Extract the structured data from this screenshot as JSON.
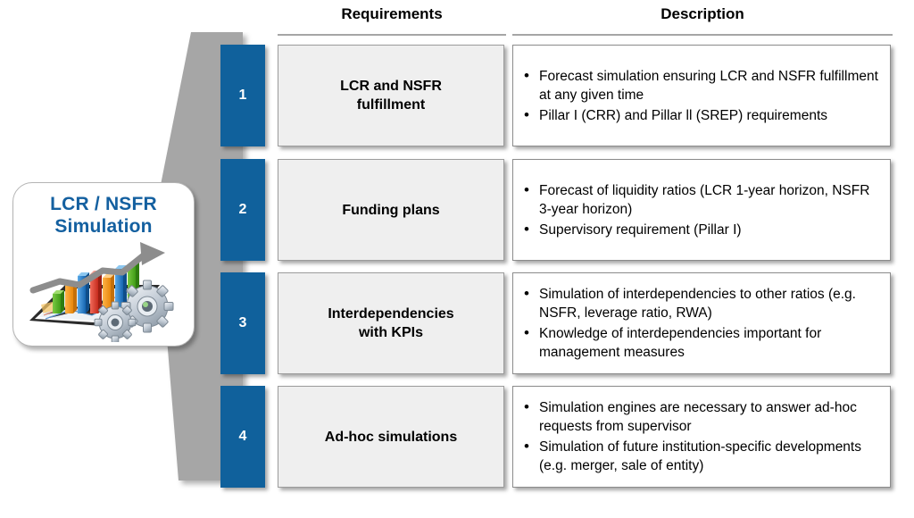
{
  "headers": {
    "requirements": "Requirements",
    "description": "Description"
  },
  "logo": {
    "title_line1": "LCR / NSFR",
    "title_line2": "Simulation",
    "title_color": "#1460a0",
    "art_name": "tablet-bar-chart-gears-illustration"
  },
  "theme": {
    "number_box_color": "#10619c",
    "funnel_color": "#a6a6a6",
    "requirement_box_color": "#efefef",
    "header_rule_color": "#a6a6a6"
  },
  "rows": [
    {
      "number": "1",
      "requirement": "LCR and NSFR fulfillment",
      "requirement_lines": [
        "LCR and NSFR",
        "fulfillment"
      ],
      "description": [
        "Forecast simulation ensuring LCR and NSFR fulfillment at any given time",
        "Pillar I (CRR) and Pillar ll (SREP) requirements"
      ]
    },
    {
      "number": "2",
      "requirement": "Funding plans",
      "requirement_lines": [
        "Funding plans"
      ],
      "description": [
        "Forecast of liquidity ratios (LCR 1-year horizon, NSFR 3-year horizon)",
        "Supervisory requirement (Pillar I)"
      ]
    },
    {
      "number": "3",
      "requirement": "Interdependencies with KPIs",
      "requirement_lines": [
        "Interdependencies",
        "with KPIs"
      ],
      "description": [
        "Simulation of interdependencies to other ratios (e.g. NSFR, leverage ratio, RWA)",
        "Knowledge of interdependencies important for management measures"
      ]
    },
    {
      "number": "4",
      "requirement": "Ad-hoc simulations",
      "requirement_lines": [
        "Ad-hoc simulations"
      ],
      "description": [
        "Simulation engines are necessary to answer ad-hoc requests from supervisor",
        "Simulation of future institution-specific developments (e.g. merger, sale of entity)"
      ]
    }
  ]
}
